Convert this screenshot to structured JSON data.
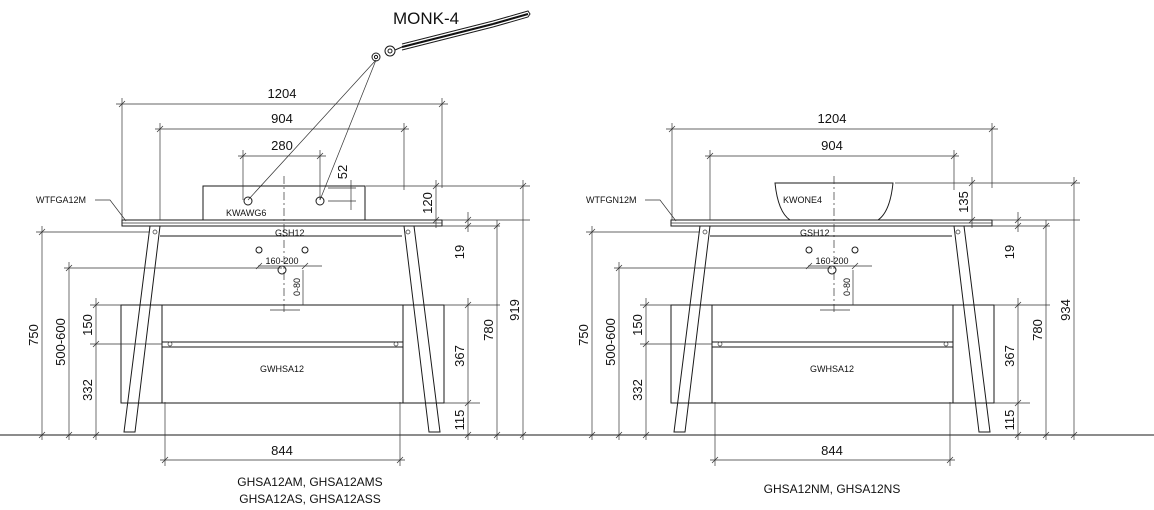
{
  "title": "MONK-4",
  "left": {
    "top_label": "WTFGA12M",
    "basin_label": "KWAWG6",
    "shelf_label": "GSH12",
    "drawer_label": "GWHSA12",
    "dims": {
      "w1204": "1204",
      "w904": "904",
      "w280": "280",
      "w52": "52",
      "w160_200": "160-200",
      "h0_80": "0-80",
      "w844": "844",
      "h120": "120",
      "h19": "19",
      "h780": "780",
      "h919": "919",
      "h367": "367",
      "h115": "115",
      "h750": "750",
      "h500_600": "500-600",
      "h150": "150",
      "h332": "332"
    },
    "caption_line1": "GHSA12AM, GHSA12AMS",
    "caption_line2": "GHSA12AS, GHSA12ASS"
  },
  "right": {
    "top_label": "WTFGN12M",
    "basin_label": "KWONE4",
    "shelf_label": "GSH12",
    "drawer_label": "GWHSA12",
    "dims": {
      "w1204": "1204",
      "w904": "904",
      "w160_200": "160-200",
      "h0_80": "0-80",
      "w844": "844",
      "h135": "135",
      "h19": "19",
      "h780": "780",
      "h934": "934",
      "h367": "367",
      "h115": "115",
      "h750": "750",
      "h500_600": "500-600",
      "h150": "150",
      "h332": "332"
    },
    "caption": "GHSA12NM, GHSA12NS"
  }
}
